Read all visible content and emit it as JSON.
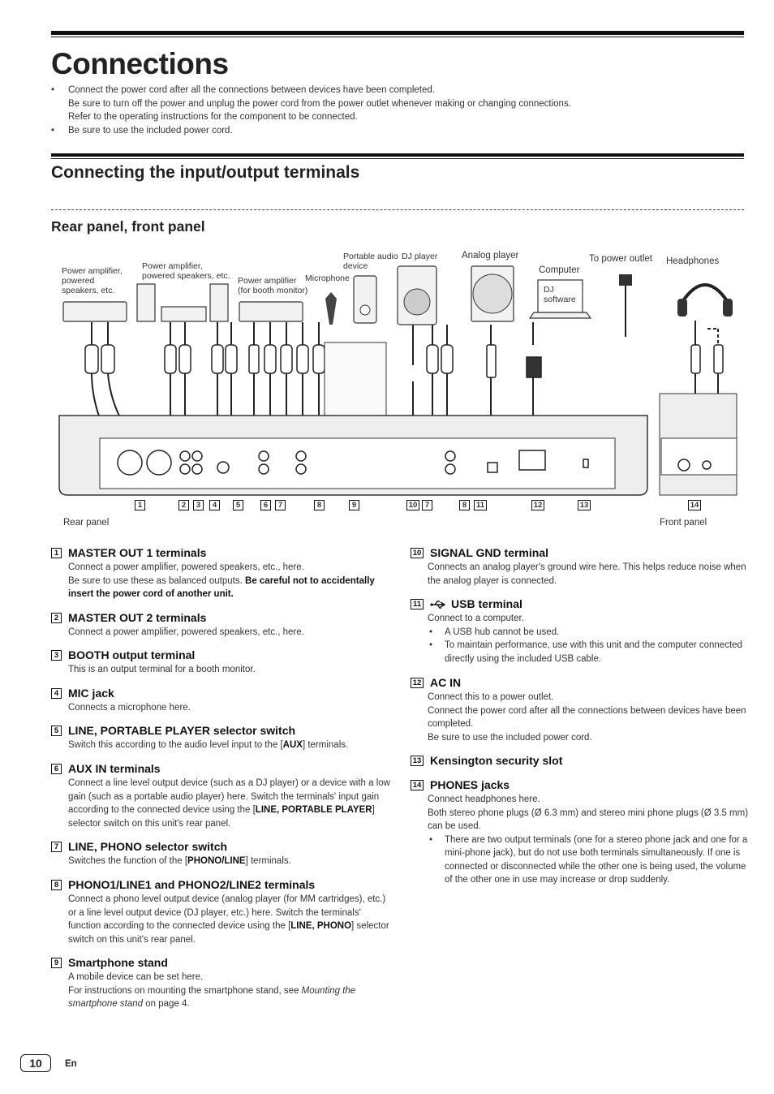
{
  "page": {
    "title": "Connections",
    "intro": [
      "Connect the power cord after all the connections between devices have been completed.",
      "Be sure to turn off the power and unplug the power cord from the power outlet whenever making or changing connections.",
      "Refer to the operating instructions for the component to be connected.",
      "Be sure to use the included power cord."
    ],
    "section_title": "Connecting the input/output terminals",
    "subsection_title": "Rear panel, front panel",
    "page_number": "10",
    "language": "En"
  },
  "diagram": {
    "labels": {
      "power_amp_1": "Power amplifier, powered speakers, etc.",
      "power_amp_2": "Power amplifier, powered speakers, etc.",
      "power_amp_booth": "Power amplifier (for booth monitor)",
      "microphone": "Microphone",
      "portable_audio": "Portable audio device",
      "dj_player": "DJ player",
      "analog_player": "Analog player",
      "computer": "Computer",
      "dj_software": "DJ software",
      "to_power_outlet": "To power outlet",
      "headphones": "Headphones",
      "rear_panel": "Rear panel",
      "front_panel": "Front panel"
    },
    "callouts": [
      "1",
      "2",
      "3",
      "4",
      "5",
      "6",
      "7",
      "8",
      "9",
      "10",
      "7",
      "8",
      "11",
      "12",
      "13",
      "14"
    ]
  },
  "items": [
    {
      "num": "1",
      "title": "MASTER OUT 1 terminals",
      "lines": [
        "Connect a power amplifier, powered speakers, etc., here.",
        "Be sure to use these as balanced outputs. "
      ],
      "bold": "Be careful not to accidentally insert the power cord of another unit."
    },
    {
      "num": "2",
      "title": "MASTER OUT 2 terminals",
      "lines": [
        "Connect a power amplifier, powered speakers, etc., here."
      ]
    },
    {
      "num": "3",
      "title": "BOOTH output terminal",
      "lines": [
        "This is an output terminal for a booth monitor."
      ]
    },
    {
      "num": "4",
      "title": "MIC jack",
      "lines": [
        "Connects a microphone here."
      ]
    },
    {
      "num": "5",
      "title": "LINE, PORTABLE PLAYER selector switch",
      "pre": "Switch this according to the audio level input to the [",
      "kw": "AUX",
      "post": "] terminals."
    },
    {
      "num": "6",
      "title": "AUX IN terminals",
      "pre": "Connect a line level output device (such as a DJ player) or a device with a low gain (such as a portable audio player) here. Switch the terminals' input gain according to the connected device using the [",
      "kw": "LINE, PORTABLE PLAYER",
      "post": "] selector switch on this unit's rear panel."
    },
    {
      "num": "7",
      "title": "LINE, PHONO selector switch",
      "pre": "Switches the function of the [",
      "kw": "PHONO/LINE",
      "post": "] terminals."
    },
    {
      "num": "8",
      "title": "PHONO1/LINE1 and PHONO2/LINE2 terminals",
      "pre": "Connect a phono level output device (analog player (for MM cartridges), etc.) or a line level output device (DJ player, etc.) here. Switch the terminals' function according to the connected device using the [",
      "kw": "LINE, PHONO",
      "post": "] selector switch on this unit's rear panel."
    },
    {
      "num": "9",
      "title": "Smartphone stand",
      "lines": [
        "A mobile device can be set here."
      ],
      "pre": "For instructions on mounting the smartphone stand, see ",
      "ital": "Mounting the smartphone stand",
      "post": " on page 4."
    },
    {
      "num": "10",
      "title": "SIGNAL GND terminal",
      "lines": [
        "Connects an analog player's ground wire here. This helps reduce noise when the analog player is connected."
      ]
    },
    {
      "num": "11",
      "title": "USB  terminal",
      "lines": [
        "Connect to a computer."
      ],
      "bullets": [
        "A USB hub cannot be used.",
        "To maintain performance, use with this unit and the computer connected directly using the included USB cable."
      ]
    },
    {
      "num": "12",
      "title": "AC IN",
      "lines": [
        "Connect this to a power outlet.",
        "Connect the power cord after all the connections between devices have been completed.",
        "Be sure to use the included power cord."
      ]
    },
    {
      "num": "13",
      "title": "Kensington security slot"
    },
    {
      "num": "14",
      "title": "PHONES jacks",
      "lines": [
        "Connect headphones here.",
        "Both stereo phone plugs (Ø 6.3 mm) and stereo mini phone plugs (Ø 3.5 mm) can be used."
      ],
      "bullets": [
        "There are two output terminals (one for a stereo phone jack and one for a mini-phone jack), but do not use both terminals simultaneously. If one is connected or disconnected while the other one is being used, the volume of the other one in use may increase or drop suddenly."
      ]
    }
  ]
}
